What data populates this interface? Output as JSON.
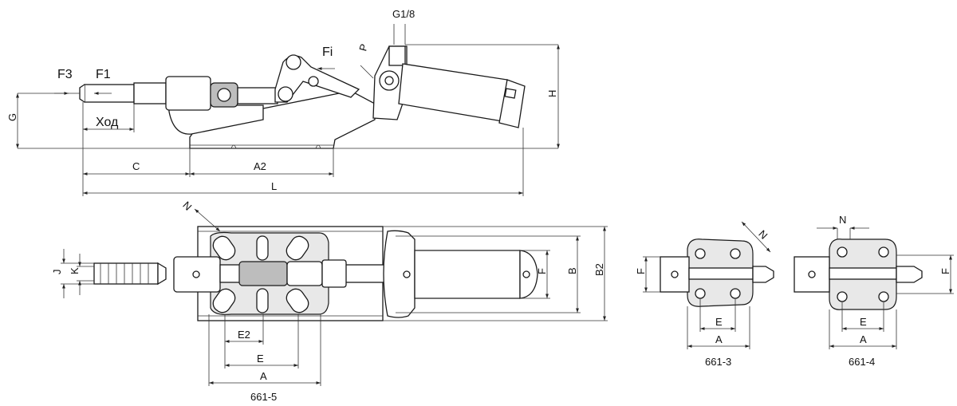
{
  "labels": {
    "f3": "F3",
    "f1": "F1",
    "fi": "Fi",
    "p": "P",
    "g18": "G1/8",
    "hod": "Ход",
    "g": "G",
    "h": "H",
    "c": "C",
    "a2": "A2",
    "l": "L",
    "n": "N",
    "j": "J",
    "k": "K",
    "f": "F",
    "b": "B",
    "b2": "B2",
    "e2": "E2",
    "e": "E",
    "a": "A"
  },
  "captions": {
    "v5": "661-5",
    "v3": "661-3",
    "v4": "661-4"
  }
}
